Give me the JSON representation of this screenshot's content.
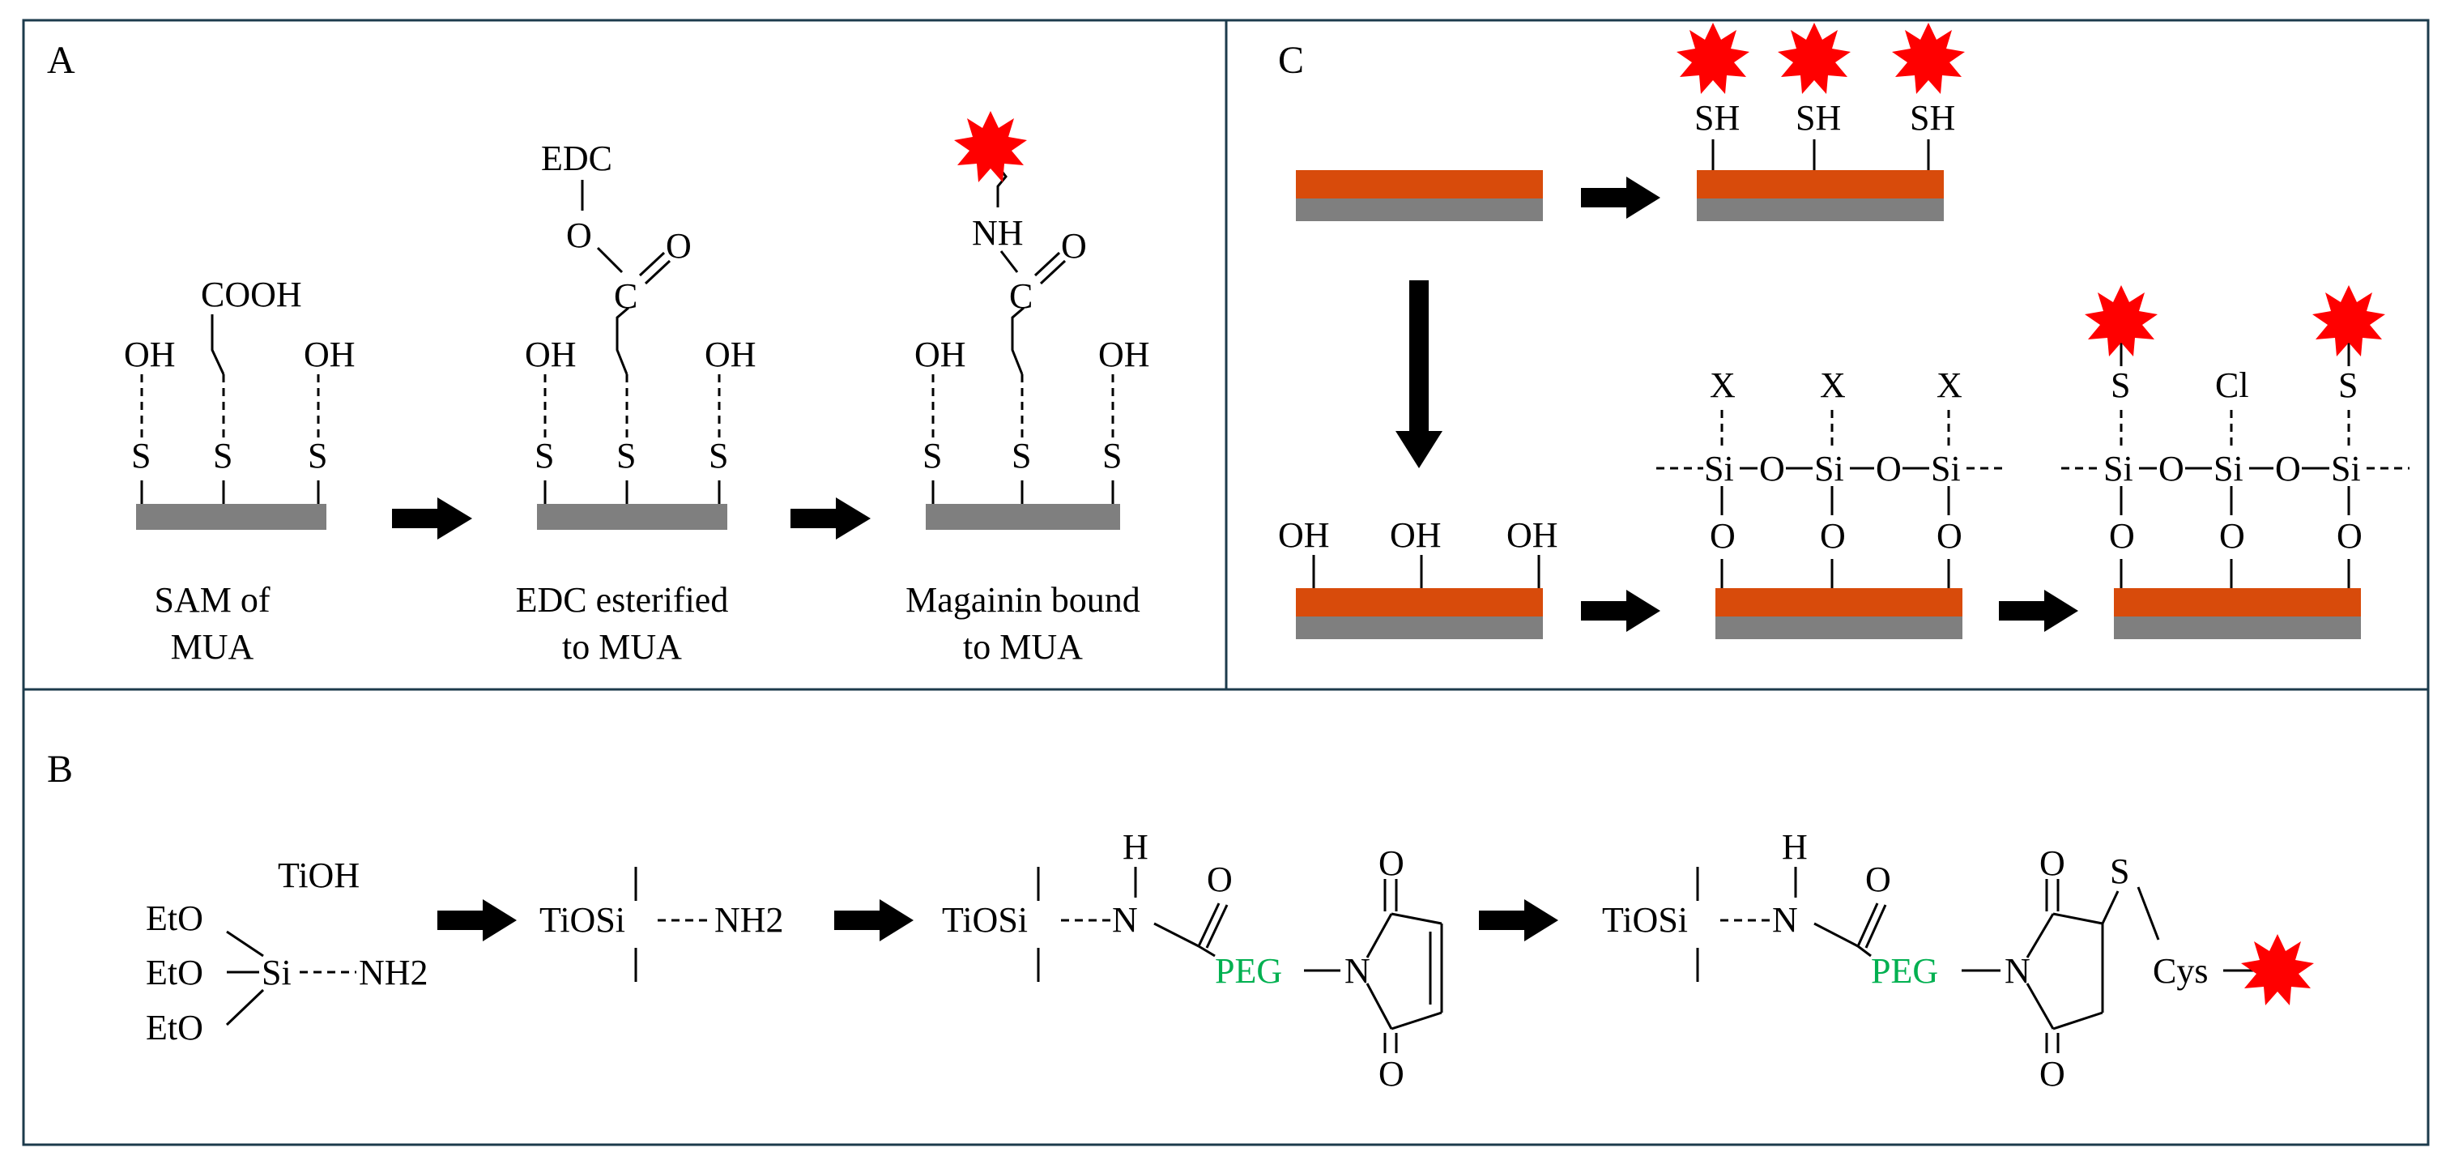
{
  "panels": {
    "a": {
      "letter": "A",
      "sulfur_label": "S",
      "hydroxyl_label": "OH",
      "cooh_label": "COOH",
      "edc_label": "EDC",
      "oxygen_label": "O",
      "carbon_label": "C",
      "nh_label": "NH",
      "captions": [
        {
          "line1": "SAM of",
          "line2": "MUA"
        },
        {
          "line1": "EDC esterified",
          "line2": "to MUA"
        },
        {
          "line1": "Magainin bound",
          "line2": "to MUA"
        }
      ]
    },
    "b": {
      "letter": "B",
      "silane": {
        "ethoxy": "EtO",
        "silicon": "Si",
        "amine": "NH2",
        "titanium_hydroxide": "TiOH"
      },
      "anchor": "TiOSi",
      "amine_label": "NH2",
      "h_label": "H",
      "n_label": "N",
      "o_label": "O",
      "peg_label": "PEG",
      "s_label": "S",
      "cys_label": "Cys"
    },
    "c": {
      "letter": "C",
      "sh_label": "SH",
      "hydroxyl_label": "OH",
      "x_label": "X",
      "cl_label": "Cl",
      "s_label": "S",
      "si_label": "Si",
      "o_label": "O"
    }
  },
  "colors": {
    "frame": "#1c3b4c",
    "substrate_gray": "#7f7f7f",
    "oxide_orange": "#d84b0b",
    "peg_green": "#00b050",
    "peptide_star_red": "#ff0000"
  },
  "icons": {
    "arrow": "black-block-arrow",
    "peptide": "red-starburst"
  }
}
